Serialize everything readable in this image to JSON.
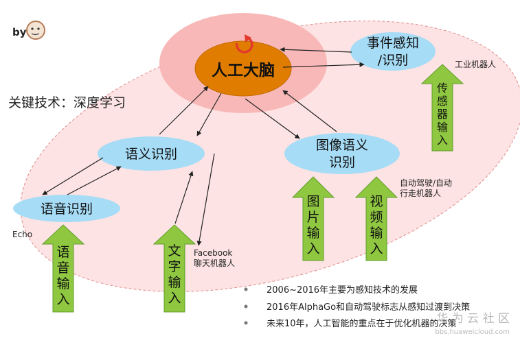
{
  "byline": "by",
  "key_tech": "关键技术：深度学习",
  "nodes": {
    "brain": "人工大脑",
    "event_line1": "事件感知",
    "event_line2": "/识别",
    "semantic": "语义识别",
    "image_line1": "图像语义",
    "image_line2": "识别",
    "speech": "语音识别"
  },
  "inputs": {
    "speech": [
      "语",
      "音",
      "输",
      "入"
    ],
    "text": [
      "文",
      "字",
      "输",
      "入"
    ],
    "picture": [
      "图",
      "片",
      "输",
      "入"
    ],
    "video": [
      "视",
      "频",
      "输",
      "入"
    ],
    "sensor": [
      "传",
      "感",
      "器",
      "输",
      "入"
    ]
  },
  "labels": {
    "industrial_robot": "工业机器人",
    "auto_drive_1": "自动驾驶/自动",
    "auto_drive_2": "行走机器人",
    "echo": "Echo",
    "facebook_1": "Facebook",
    "facebook_2": "聊天机器人"
  },
  "bullets": [
    "2006~2016年主要为感知技术的发展",
    "2016年AlphaGo和自动驾驶标志从感知过渡到决策",
    "未来10年，人工智能的重点在于优化机器的决策"
  ],
  "watermark": {
    "text": "华 为 云 社 区",
    "url": "bbs.huaweicloud.com"
  },
  "colors": {
    "background_ellipse": "#fde3e3",
    "outer_halo": "#f9b8b8",
    "brain": "#e07d00",
    "node": "#a6dcf6",
    "arrow_fill": "#8fc741",
    "arrow_stroke": "#5e9e2a",
    "refresh_icon": "#e23a2f"
  }
}
